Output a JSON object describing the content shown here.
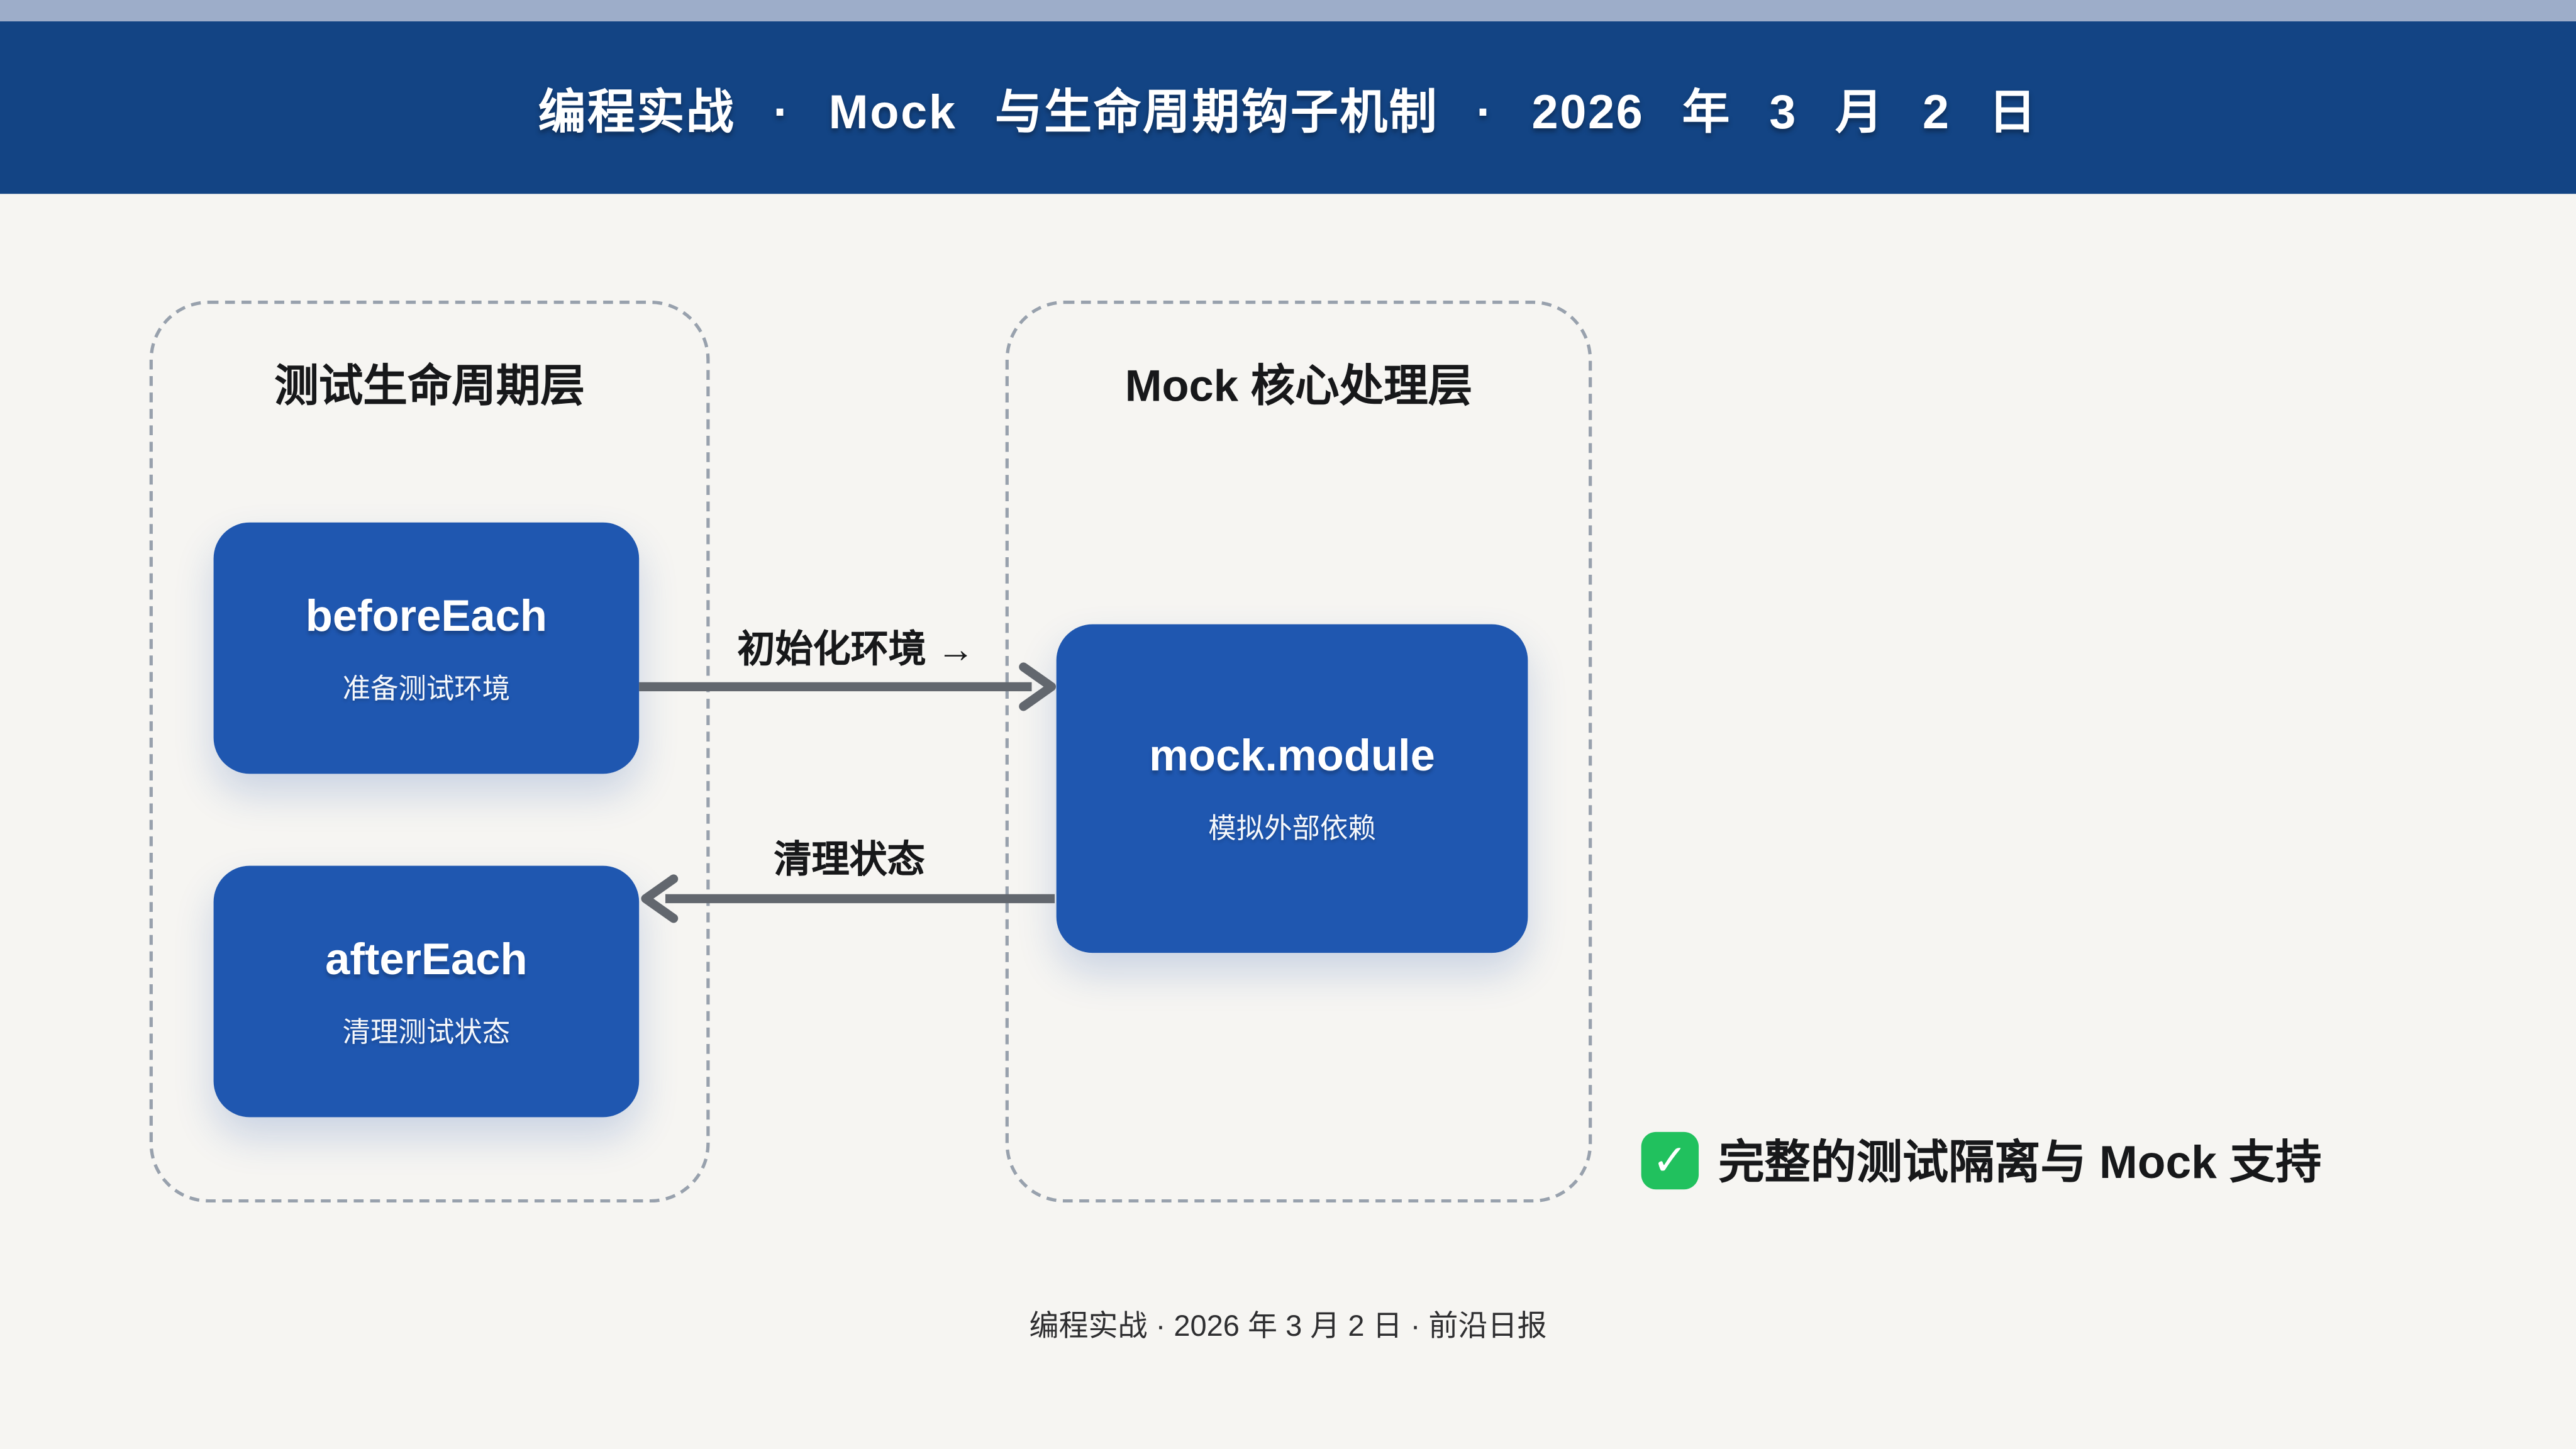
{
  "colors": {
    "top_strip": "#9dadc9",
    "header_bg": "#134484",
    "page_bg": "#f6f5f2",
    "node_blue": "#1f57b0",
    "arrow_gray": "#62676e",
    "dash_border": "#98a1ad",
    "check_green": "#21c15e",
    "text_dark": "#17181a",
    "footer_text": "#2e2e30"
  },
  "header": {
    "title": "编程实战 · Mock 与生命周期钩子机制 · 2026 年 3 月 2 日"
  },
  "left_panel": {
    "title": "测试生命周期层",
    "nodes": [
      {
        "title": "beforeEach",
        "subtitle": "准备测试环境"
      },
      {
        "title": "afterEach",
        "subtitle": "清理测试状态"
      }
    ]
  },
  "right_panel": {
    "title": "Mock 核心处理层",
    "nodes": [
      {
        "title": "mock.module",
        "subtitle": "模拟外部依赖"
      }
    ]
  },
  "arrows": [
    {
      "label": "初始化环境 →",
      "direction": "right"
    },
    {
      "label": "清理状态",
      "direction": "left"
    }
  ],
  "check_line": {
    "icon_glyph": "✓",
    "text": "完整的测试隔离与 Mock 支持"
  },
  "footer": {
    "text": "编程实战 · 2026 年 3 月 2 日 · 前沿日报"
  }
}
